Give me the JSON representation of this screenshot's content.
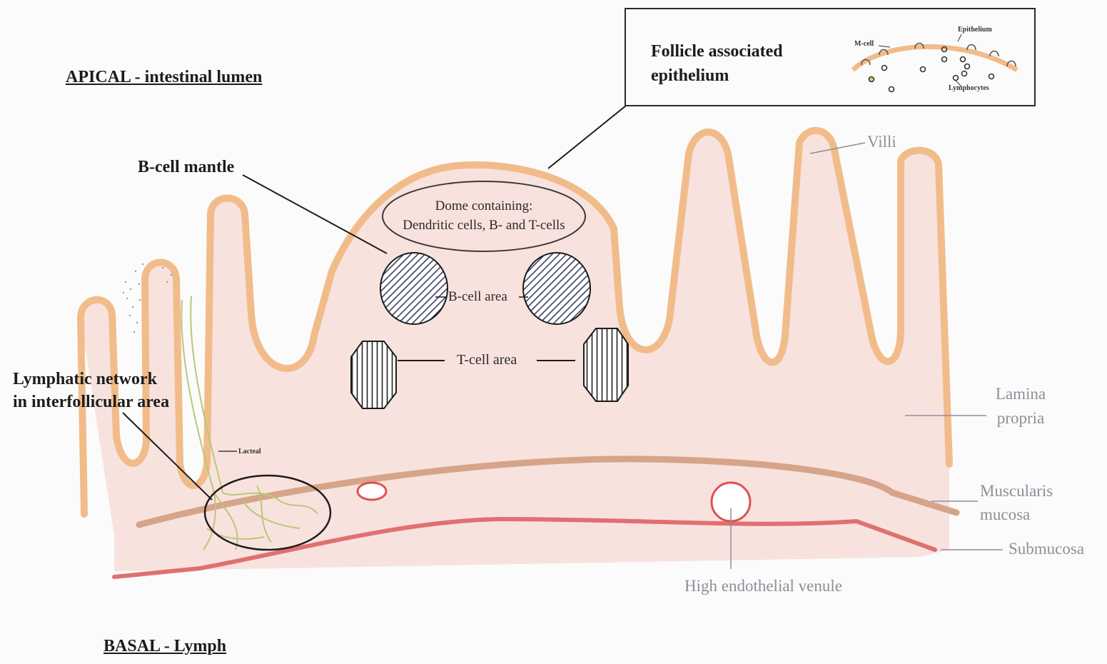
{
  "labels": {
    "apical": "APICAL - intestinal lumen",
    "basal": "BASAL - Lymph",
    "follicle_title_line1": "Follicle associated",
    "follicle_title_line2": "epithelium",
    "inset_mcell": "M-cell",
    "inset_epithelium": "Epithelium",
    "inset_lymphocytes": "Lymphocytes",
    "villi": "Villi",
    "b_cell_mantle": "B-cell mantle",
    "dome_line1": "Dome containing:",
    "dome_line2": "Dendritic  cells, B- and T-cells",
    "b_cell_area": "B-cell area",
    "t_cell_area": "T-cell area",
    "lymphatic_line1": "Lymphatic network",
    "lymphatic_line2": "in interfollicular area",
    "lacteal": "Lacteal",
    "lamina_line1": "Lamina",
    "lamina_line2": "propria",
    "muscularis_line1": "Muscularis",
    "muscularis_line2": "mucosa",
    "submucosa": "Submucosa",
    "hev": "High endothelial venule"
  },
  "colors": {
    "tissue_fill": "#f8e2de",
    "epithelium_stroke": "#f1bc8a",
    "muscularis_stroke": "#d6a48a",
    "submucosa_stroke": "#e07070",
    "lymphatic_stroke": "#b8c878",
    "b_cell_hatch": "#3a3f63",
    "label_muted": "#8e8e9a"
  }
}
